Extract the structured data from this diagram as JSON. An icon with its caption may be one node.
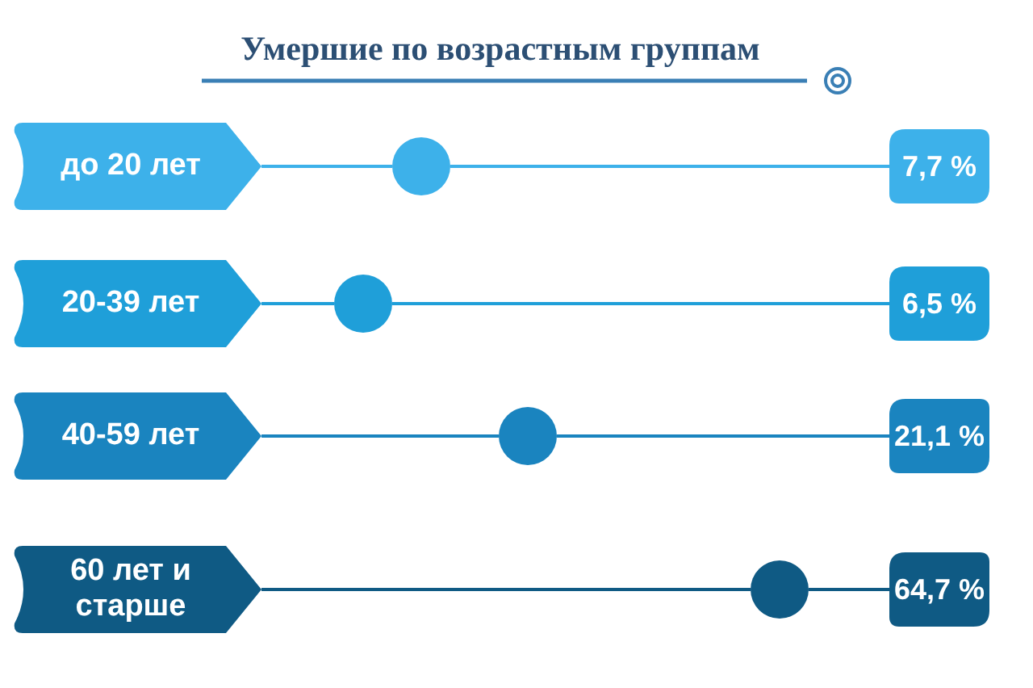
{
  "diagram": {
    "title": "Умершие по возрастным группам",
    "nodes": [
      {
        "text": [
          "до 20 лет"
        ]
      },
      {
        "text": [],
        "shape": "circle"
      },
      {
        "text": [
          "7,7 %"
        ]
      },
      {
        "text": [
          "20-39 лет"
        ]
      },
      {
        "text": [],
        "shape": "circle"
      },
      {
        "text": [
          "6,5 %"
        ]
      },
      {
        "text": [
          "40-59 лет"
        ]
      },
      {
        "text": [],
        "shape": "circle"
      },
      {
        "text": [
          "21,1 %"
        ]
      },
      {
        "text": [
          "60 лет и старше"
        ]
      },
      {
        "text": [],
        "shape": "circle"
      },
      {
        "text": [
          "64,7 %"
        ]
      }
    ],
    "edges": [
      {
        "from": 0,
        "to": 1,
        "arrow": "none",
        "color": "#3db1ea"
      },
      {
        "from": 1,
        "to": 2,
        "arrow": "none",
        "color": "#3db1ea"
      },
      {
        "from": 3,
        "to": 4,
        "arrow": "none",
        "color": "#1f9fd9"
      },
      {
        "from": 4,
        "to": 5,
        "arrow": "none",
        "color": "#1f9fd9"
      },
      {
        "from": 6,
        "to": 7,
        "arrow": "none",
        "color": "#1a84bf"
      },
      {
        "from": 7,
        "to": 8,
        "arrow": "none",
        "color": "#1a84bf"
      },
      {
        "from": 9,
        "to": 10,
        "arrow": "none",
        "color": "#0f5a84"
      },
      {
        "from": 10,
        "to": 11,
        "arrow": "none",
        "color": "#0f5a84"
      }
    ]
  }
}
